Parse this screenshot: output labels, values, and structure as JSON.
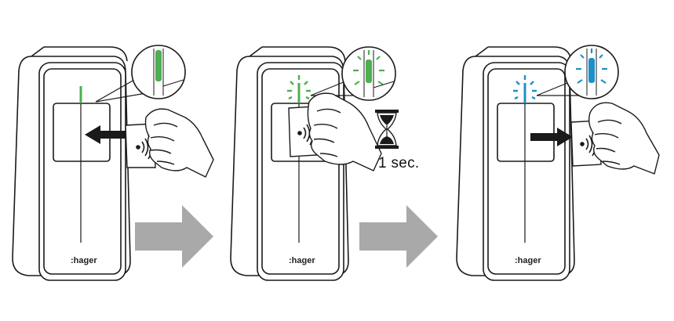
{
  "brand": ":hager",
  "wait_label": "1 sec.",
  "steps": [
    {
      "led_state": "steady",
      "led_color": "#4caf50",
      "card_direction": "in"
    },
    {
      "led_state": "flashing",
      "led_color": "#4caf50",
      "card_direction": "hold"
    },
    {
      "led_state": "flashing",
      "led_color": "#1e90c8",
      "card_direction": "out"
    }
  ],
  "colors": {
    "arrow": "#a9a9a9",
    "outline": "#1a1a1a",
    "green": "#4caf50",
    "blue": "#1e90c8"
  },
  "icons": [
    "nfc-icon",
    "hourglass-icon",
    "hand-icon",
    "arrow-right-icon",
    "arrow-left-icon"
  ]
}
